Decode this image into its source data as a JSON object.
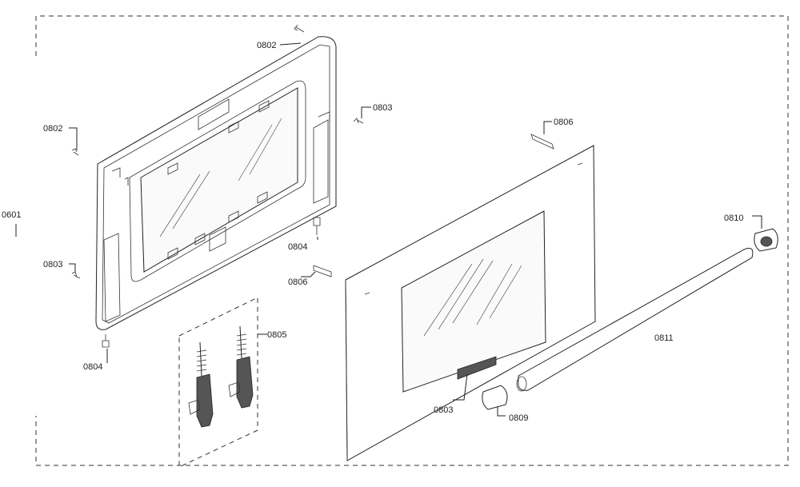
{
  "callouts": {
    "c0601": "0601",
    "c0802_top": "0802",
    "c0802_left": "0802",
    "c0803_right": "0803",
    "c0803_left": "0803",
    "c0803_bottom": "0803",
    "c0804_mid": "0804",
    "c0804_low": "0804",
    "c0805": "0805",
    "c0806_top": "0806",
    "c0806_mid": "0806",
    "c0809": "0809",
    "c0810": "0810",
    "c0811": "0811"
  }
}
